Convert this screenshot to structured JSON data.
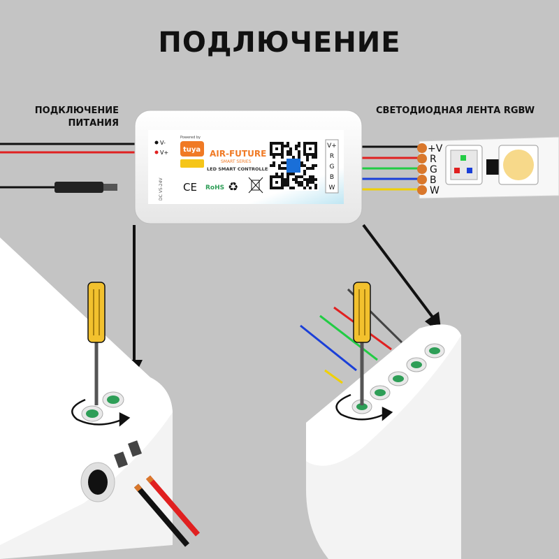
{
  "title": "ПОДЛЮЧЕНИЕ",
  "labels": {
    "power_line1": "ПОДКЛЮЧЕНИЕ",
    "power_line2": "ПИТАНИЯ",
    "strip": "СВЕТОДИОДНАЯ ЛЕНТА RGBW"
  },
  "controller": {
    "powered_by": "Powered by",
    "tuya": "tuya",
    "brand": "AIR-FUTURE",
    "series": "SMART SERIES",
    "product": "LED SMART CONTROLLER",
    "ce": "CE",
    "rohs": "RoHS",
    "dc_text": "DC V5-24V",
    "pin_vminus": "V-",
    "pin_vplus": "V+",
    "outputs": [
      "V+",
      "R",
      "G",
      "B",
      "W"
    ]
  },
  "strip_pins": [
    "+V",
    "R",
    "G",
    "B",
    "W"
  ],
  "colors": {
    "background": "#c4c4c4",
    "wire_red": "#e02020",
    "wire_black": "#111111",
    "wire_green": "#22cc44",
    "wire_blue": "#1a3fd8",
    "wire_yellow": "#f0d000",
    "screwdriver": "#f2c12e",
    "pin_orange": "#d9772b",
    "led_warm": "#f7d98a",
    "terminal_green": "#2e9e57"
  }
}
